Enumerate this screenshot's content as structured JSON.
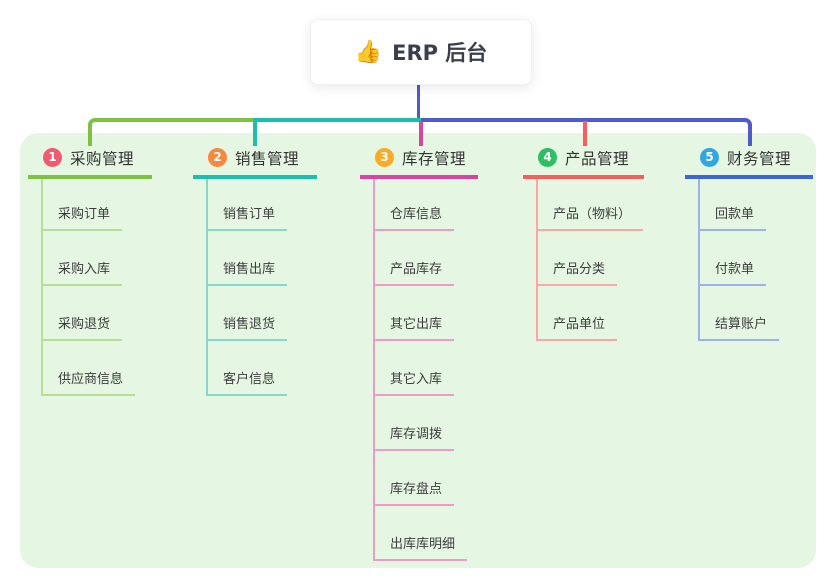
{
  "root": {
    "icon": "👍",
    "title": "ERP 后台"
  },
  "connector": {
    "bus_blue": "#4f5ad1"
  },
  "panel": {
    "background": "#e5f6e3"
  },
  "branches": [
    {
      "num": "1",
      "label": "采购管理",
      "circle_color": "#ef5b71",
      "line_color": "#7dc242",
      "light_color": "#b7df93",
      "children": [
        "采购订单",
        "采购入库",
        "采购退货",
        "供应商信息"
      ]
    },
    {
      "num": "2",
      "label": "销售管理",
      "circle_color": "#f9883d",
      "line_color": "#1cbfae",
      "light_color": "#82d9ce",
      "children": [
        "销售订单",
        "销售出库",
        "销售退货",
        "客户信息"
      ]
    },
    {
      "num": "3",
      "label": "库存管理",
      "circle_color": "#f6ac29",
      "line_color": "#d8449e",
      "light_color": "#ee9bca",
      "children": [
        "仓库信息",
        "产品库存",
        "其它出库",
        "其它入库",
        "库存调拨",
        "库存盘点",
        "出库库明细"
      ]
    },
    {
      "num": "4",
      "label": "产品管理",
      "circle_color": "#2cbf64",
      "line_color": "#f75f5f",
      "light_color": "#faa7a7",
      "children": [
        "产品（物料）",
        "产品分类",
        "产品单位"
      ]
    },
    {
      "num": "5",
      "label": "财务管理",
      "circle_color": "#2fa8e0",
      "line_color": "#3f66d8",
      "light_color": "#9db1ea",
      "children": [
        "回款单",
        "付款单",
        "结算账户"
      ]
    }
  ]
}
